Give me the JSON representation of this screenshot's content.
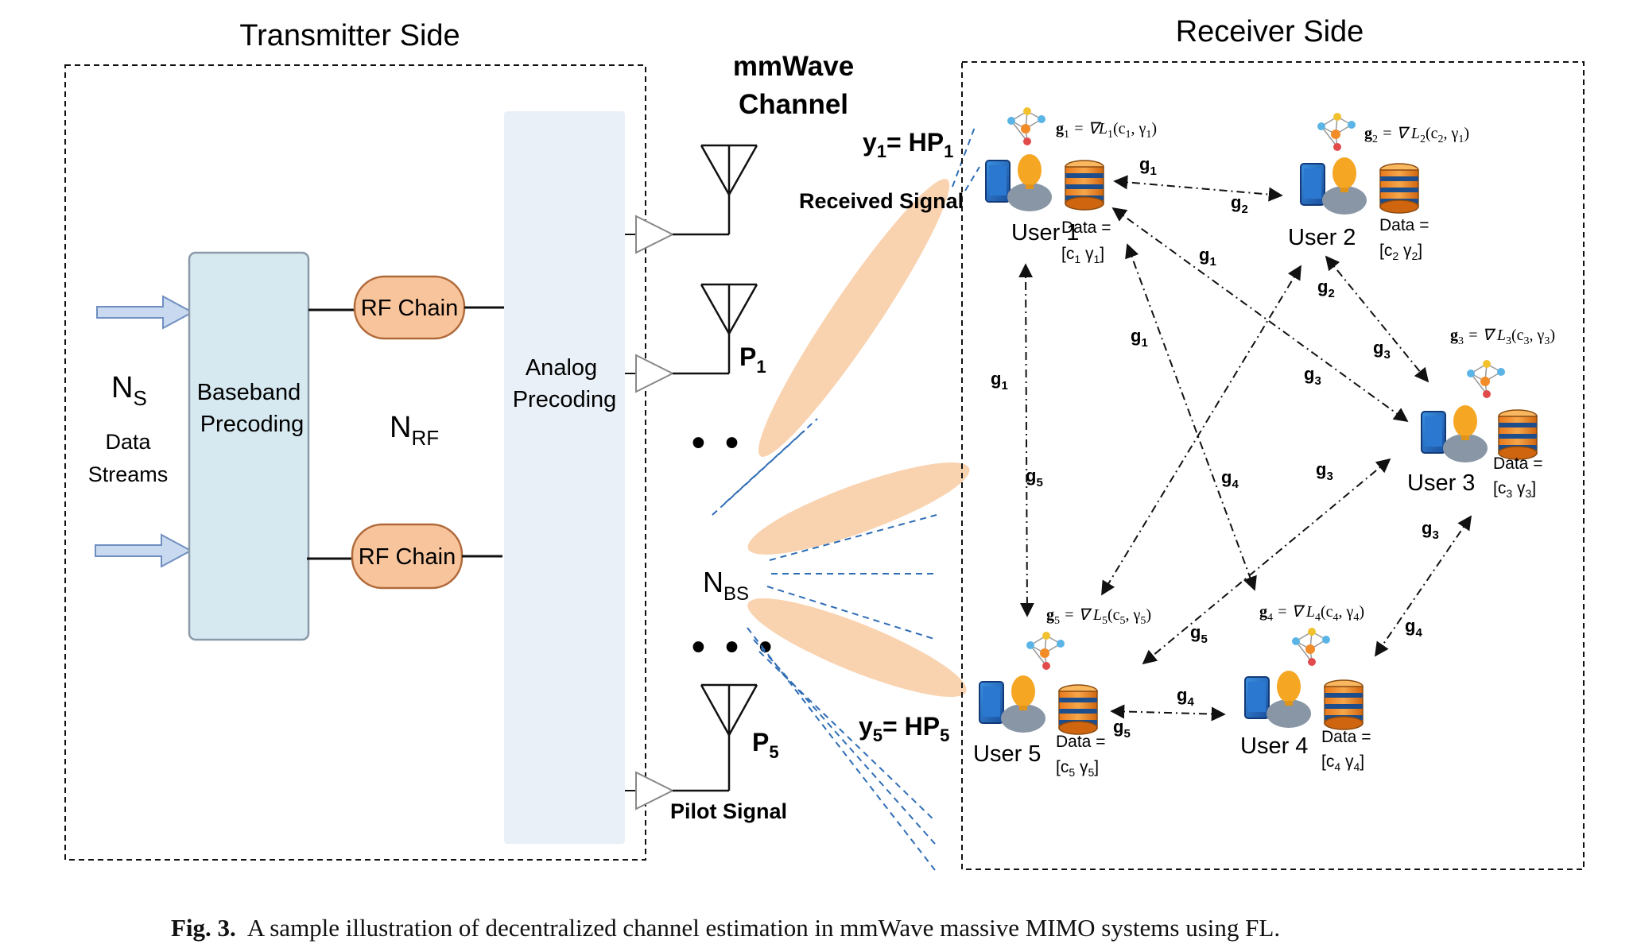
{
  "transmitter": {
    "title": "Transmitter Side",
    "ns": "N",
    "ns_sub": "S",
    "data_streams_1": "Data",
    "data_streams_2": "Streams",
    "baseband_1": "Baseband",
    "baseband_2": "Precoding",
    "rf_chain_top": "RF Chain",
    "rf_chain_bottom": "RF Chain",
    "nrf": "N",
    "nrf_sub": "RF",
    "analog_1": "Analog",
    "analog_2": "Precoding"
  },
  "channel": {
    "title_1": "mmWave",
    "title_2": "Channel",
    "y1_lhs": "y",
    "y1_lhs_sub": "1",
    "y1_rhs": "= HP",
    "y1_rhs_sub": "1",
    "received_signal": "Received Signal",
    "p1": "P",
    "p1_sub": "1",
    "nbs": "N",
    "nbs_sub": "BS",
    "y5_lhs": "y",
    "y5_lhs_sub": "5",
    "y5_rhs": "= HP",
    "y5_rhs_sub": "5",
    "p5": "P",
    "p5_sub": "5",
    "pilot_signal": "Pilot Signal",
    "dots_top": "• • •",
    "dots_bottom": "• • •"
  },
  "receiver": {
    "title": "Receiver Side",
    "users": [
      {
        "label": "User 1",
        "data_1": "Data =",
        "data_2": "[c",
        "data_2_sub": "1",
        "data_2_rest": " γ",
        "data_2_sub2": "1",
        "data_2_end": "]",
        "grad": "g",
        "grad_sub": "1",
        "grad_eq": " = ∇L",
        "grad_eq_sub": "1",
        "grad_args": "(c",
        "grad_args_sub": "1",
        "grad_args_rest": ", γ",
        "grad_args_sub2": "1",
        "grad_args_end": ")"
      },
      {
        "label": "User 2",
        "data_1": "Data =",
        "data_2": "[c",
        "data_2_sub": "2",
        "data_2_rest": " γ",
        "data_2_sub2": "2",
        "data_2_end": "]",
        "grad": "g",
        "grad_sub": "2",
        "grad_eq": " = ∇ L",
        "grad_eq_sub": "2",
        "grad_args": "(c",
        "grad_args_sub": "2",
        "grad_args_rest": ", γ",
        "grad_args_sub2": "1",
        "grad_args_end": ")"
      },
      {
        "label": "User 3",
        "data_1": "Data =",
        "data_2": "[c",
        "data_2_sub": "3",
        "data_2_rest": " γ",
        "data_2_sub2": "3",
        "data_2_end": "]",
        "grad": "g",
        "grad_sub": "3",
        "grad_eq": " = ∇ L",
        "grad_eq_sub": "3",
        "grad_args": "(c",
        "grad_args_sub": "3",
        "grad_args_rest": ", γ",
        "grad_args_sub2": "3",
        "grad_args_end": ")"
      },
      {
        "label": "User 4",
        "data_1": "Data =",
        "data_2": "[c",
        "data_2_sub": "4",
        "data_2_rest": " γ",
        "data_2_sub2": "4",
        "data_2_end": "]",
        "grad": "g",
        "grad_sub": "4",
        "grad_eq": " = ∇ L",
        "grad_eq_sub": "4",
        "grad_args": "(c",
        "grad_args_sub": "4",
        "grad_args_rest": ", γ",
        "grad_args_sub2": "4",
        "grad_args_end": ")"
      },
      {
        "label": "User 5",
        "data_1": "Data =",
        "data_2": "[c",
        "data_2_sub": "5",
        "data_2_rest": " γ",
        "data_2_sub2": "5",
        "data_2_end": "]",
        "grad": "g",
        "grad_sub": "5",
        "grad_eq": " = ∇ L",
        "grad_eq_sub": "5",
        "grad_args": "(c",
        "grad_args_sub": "5",
        "grad_args_rest": ", γ",
        "grad_args_sub2": "5",
        "grad_args_end": ")"
      }
    ],
    "link_labels": [
      {
        "g": "g",
        "sub": "1"
      },
      {
        "g": "g",
        "sub": "2"
      },
      {
        "g": "g",
        "sub": "1"
      },
      {
        "g": "g",
        "sub": "2"
      },
      {
        "g": "g",
        "sub": "1"
      },
      {
        "g": "g",
        "sub": "3"
      },
      {
        "g": "g",
        "sub": "3"
      },
      {
        "g": "g",
        "sub": "1"
      },
      {
        "g": "g",
        "sub": "5"
      },
      {
        "g": "g",
        "sub": "4"
      },
      {
        "g": "g",
        "sub": "3"
      },
      {
        "g": "g",
        "sub": "3"
      },
      {
        "g": "g",
        "sub": "5"
      },
      {
        "g": "g",
        "sub": "4"
      },
      {
        "g": "g",
        "sub": "4"
      },
      {
        "g": "g",
        "sub": "5"
      }
    ]
  },
  "caption": {
    "label": "Fig. 3.",
    "text": "A sample illustration of decentralized channel estimation in mmWave massive MIMO systems using FL."
  },
  "colors": {
    "baseband_fill": "#d6e8f0",
    "rf_fill": "#f8c49c",
    "rf_stroke": "#b06a3a",
    "analog_fill": "#e9f0f8",
    "beam_fill": "#f9d3b0",
    "blue_dash": "#2f6db5",
    "arrow_fill": "#c9d9ef",
    "arrow_stroke": "#6f8fc0"
  }
}
